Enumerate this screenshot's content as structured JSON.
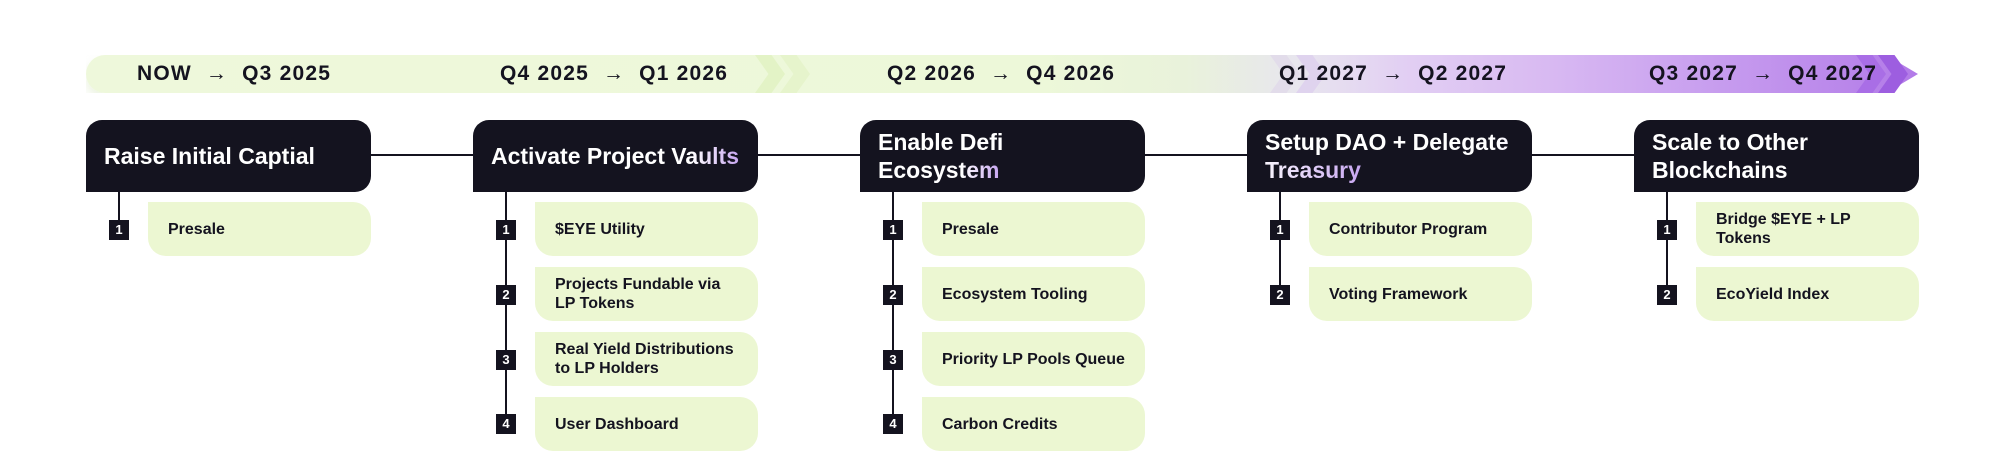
{
  "timeline": {
    "periods": [
      {
        "start": "NOW",
        "end": "Q3 2025"
      },
      {
        "start": "Q4 2025",
        "end": "Q1 2026"
      },
      {
        "start": "Q2 2026",
        "end": "Q4 2026"
      },
      {
        "start": "Q1 2027",
        "end": "Q2 2027"
      },
      {
        "start": "Q3 2027",
        "end": "Q4 2027"
      }
    ],
    "arrow": "→"
  },
  "phases": [
    {
      "title_a": "Raise Initial Captial",
      "title_b": "",
      "items": [
        {
          "num": "1",
          "label": "Presale"
        }
      ]
    },
    {
      "title_a": "Activate Project ",
      "title_b": "Vaults",
      "items": [
        {
          "num": "1",
          "label": "$EYE Utility"
        },
        {
          "num": "2",
          "label": "Projects Fundable via LP Tokens"
        },
        {
          "num": "3",
          "label": "Real Yield Distributions to LP Holders"
        },
        {
          "num": "4",
          "label": "User Dashboard"
        }
      ]
    },
    {
      "title_a": "Enable Defi Ecosy",
      "title_b": "stem",
      "items": [
        {
          "num": "1",
          "label": "Presale"
        },
        {
          "num": "2",
          "label": "Ecosystem Tooling"
        },
        {
          "num": "3",
          "label": "Priority LP Pools Queue"
        },
        {
          "num": "4",
          "label": "Carbon Credits"
        }
      ]
    },
    {
      "title_a": "Setup DAO + Del",
      "title_b": "egate Treasury",
      "items": [
        {
          "num": "1",
          "label": "Contributor Program"
        },
        {
          "num": "2",
          "label": "Voting Framework"
        }
      ]
    },
    {
      "title_a": "Scale to Other Blockchains",
      "title_b": "",
      "items": [
        {
          "num": "1",
          "label": "Bridge $EYE + LP Tokens"
        },
        {
          "num": "2",
          "label": "EcoYield Index"
        }
      ]
    }
  ],
  "colors": {
    "dark": "#14131f",
    "item_bg": "#ecf7d2",
    "accent_purple": "#b27ae8",
    "accent_green": "#eef8db"
  }
}
